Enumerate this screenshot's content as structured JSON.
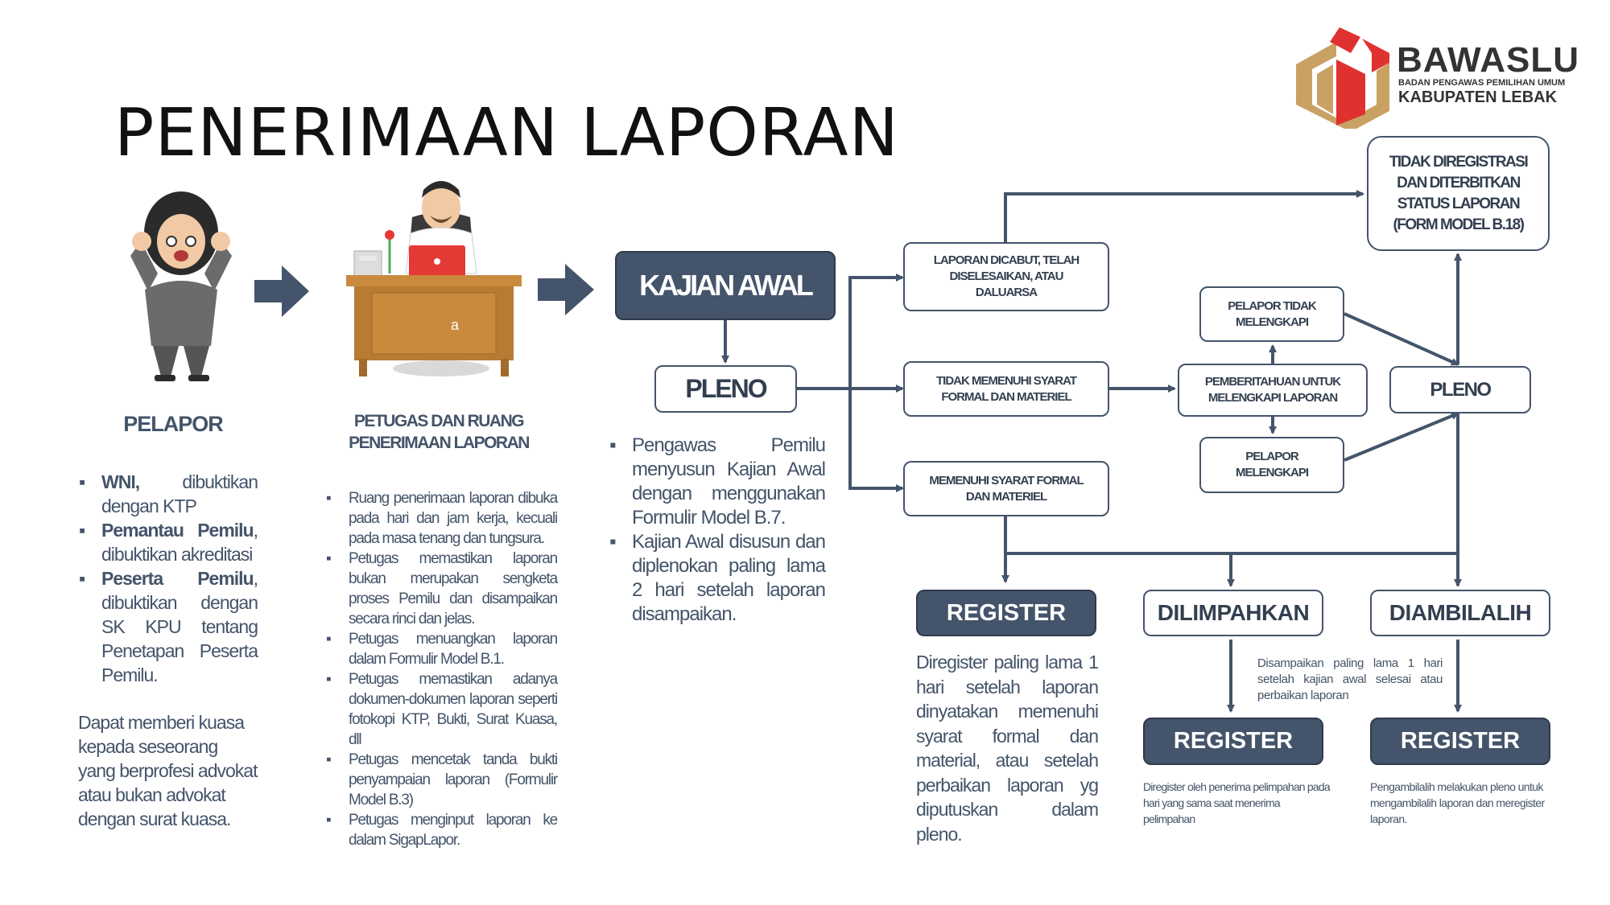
{
  "title": "PENERIMAAN LAPORAN",
  "logo": {
    "name": "BAWASLU",
    "subtitle": "BADAN PENGAWAS PEMILIHAN UMUM",
    "region": "KABUPATEN LEBAK",
    "colors": {
      "gold": "#c8a163",
      "red": "#e03131"
    }
  },
  "colors": {
    "primary": "#44546a",
    "text": "#44546a",
    "title": "#111111"
  },
  "pelapor": {
    "heading": "PELAPOR",
    "items": [
      {
        "bold": "WNI,",
        "text": " dibuktikan dengan KTP"
      },
      {
        "bold": "Pemantau Pemilu",
        "text": ", dibuktikan akreditasi"
      },
      {
        "bold": "Peserta Pemilu",
        "text": ", dibuktikan dengan SK KPU tentang Penetapan Peserta Pemilu."
      }
    ],
    "note": "Dapat memberi kuasa kepada seseorang yang berprofesi advokat atau bukan advokat dengan surat kuasa."
  },
  "petugas": {
    "heading_line1": "PETUGAS DAN RUANG",
    "heading_line2": "PENERIMAAN LAPORAN",
    "items": [
      "Ruang penerimaan laporan dibuka pada hari dan jam kerja, kecuali pada masa tenang dan tungsura.",
      "Petugas memastikan laporan bukan merupakan sengketa proses Pemilu dan disampaikan secara rinci dan jelas.",
      "Petugas menuangkan laporan dalam Formulir Model B.1.",
      "Petugas memastikan adanya dokumen-dokumen laporan seperti fotokopi KTP, Bukti, Surat Kuasa, dll",
      "Petugas mencetak tanda bukti penyampaian laporan (Formulir Model B.3)",
      "Petugas menginput laporan ke dalam SigapLapor."
    ],
    "illustration_label": "a"
  },
  "kajian": {
    "box": "KAJIAN AWAL",
    "pleno": "PLENO",
    "items": [
      "Pengawas Pemilu menyusun Kajian Awal dengan menggunakan Formulir Model B.7.",
      "Kajian Awal disusun dan diplenokan paling lama 2 hari setelah laporan disampaikan."
    ]
  },
  "flow": {
    "dicabut": "LAPORAN DICABUT, TELAH DISELESAIKAN, ATAU DALUARSA",
    "tidak_memenuhi": "TIDAK MEMENUHI SYARAT FORMAL DAN MATERIEL",
    "memenuhi": "MEMENUHI SYARAT FORMAL DAN MATERIEL",
    "tidak_diregistrasi": "TIDAK DIREGISTRASI DAN DITERBITKAN STATUS LAPORAN (FORM MODEL B.18)",
    "pelapor_tidak": "PELAPOR TIDAK MELENGKAPI",
    "pemberitahuan": "PEMBERITAHUAN UNTUK MELENGKAPI LAPORAN",
    "pelapor_melengkapi": "PELAPOR MELENGKAPI",
    "pleno2": "PLENO",
    "register": "REGISTER",
    "dilimpahkan": "DILIMPAHKAN",
    "diambilalih": "DIAMBILALIH",
    "register2": "REGISTER",
    "register3": "REGISTER"
  },
  "notes": {
    "register_main": "Diregister paling lama 1 hari setelah laporan dinyatakan memenuhi syarat formal dan material, atau setelah perbaikan laporan yg diputuskan dalam pleno.",
    "disampaikan": "Disampaikan paling lama 1 hari setelah kajian awal selesai atau perbaikan laporan",
    "dilimpahkan_reg": "Diregister oleh penerima pelimpahan pada hari yang sama saat menerima pelimpahan",
    "diambilalih_reg": "Pengambilalih melakukan pleno untuk mengambilalih laporan dan meregister laporan."
  }
}
